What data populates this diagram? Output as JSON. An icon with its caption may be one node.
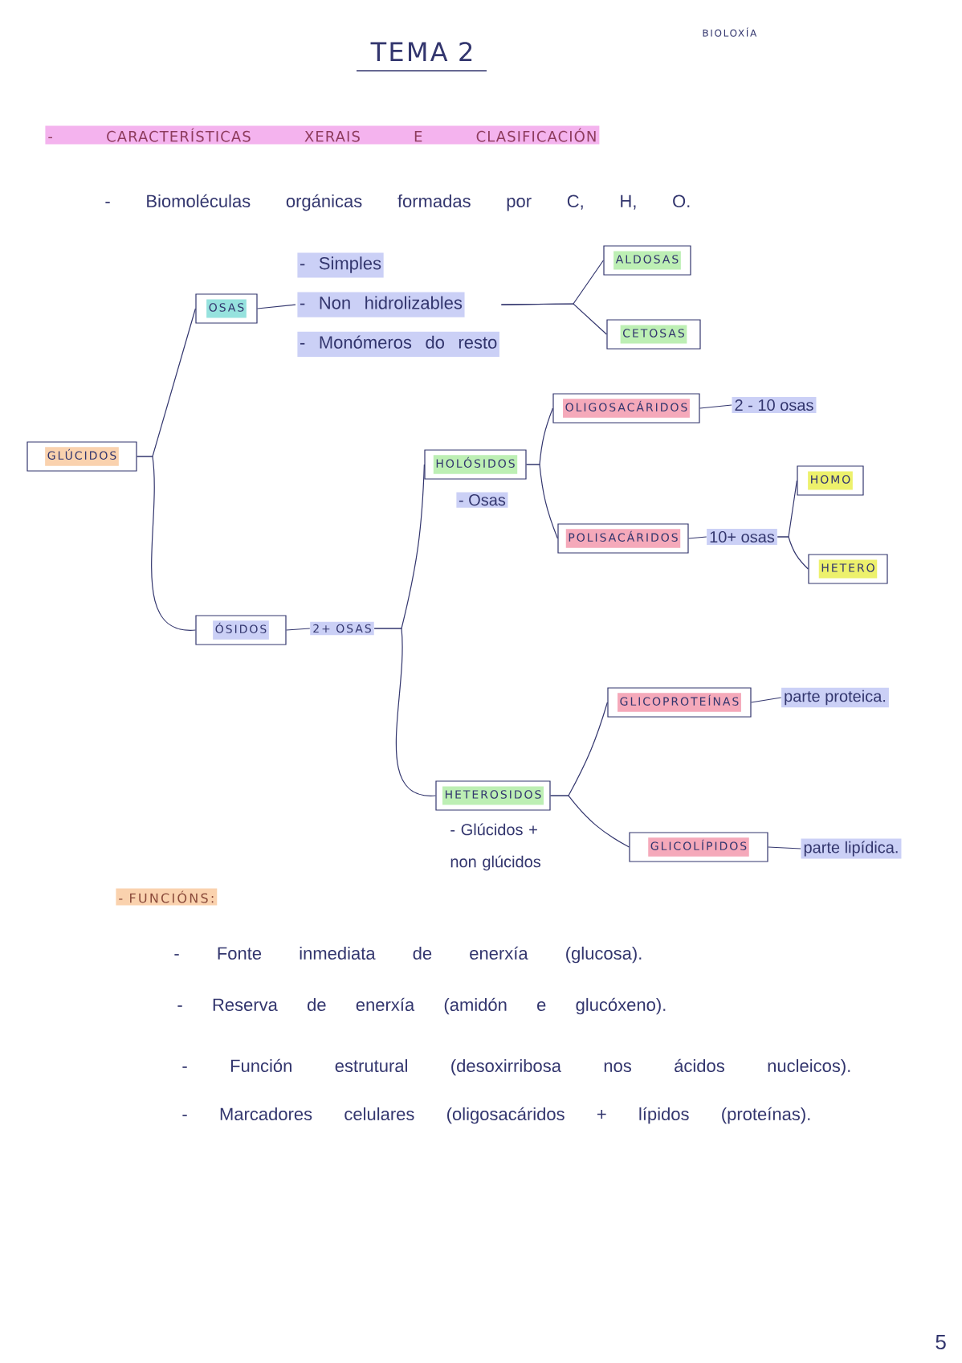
{
  "diagram": {
    "title": "TEMA 2",
    "nodes": [
      {
        "text": [
          "GLÚCIDOS"
        ]
      },
      {
        "text": [
          "OSAS"
        ]
      },
      {
        "text": [
          "- Simples",
          "- Non hidrolizables",
          "- Monómeros do resto"
        ]
      },
      {
        "text": [
          "ALDOSAS"
        ]
      },
      {
        "text": [
          "CETOSAS"
        ]
      },
      {
        "text": [
          "ÓSIDOS"
        ]
      },
      {
        "text": [
          "2+ OSAS"
        ]
      },
      {
        "text": [
          "HOLÓSIDOS"
        ],
        "beside": [
          "- Osas"
        ]
      },
      {
        "text": [
          "HETEROSIDOS"
        ],
        "beside": [
          "- Glúcidos + non glúcidos"
        ]
      },
      {
        "text": [
          "OLIGOSACÁRIDOS"
        ]
      },
      {
        "text": [
          "2 - 10 osas"
        ]
      },
      {
        "text": [
          "POLISACÁRIDOS"
        ]
      },
      {
        "text": [
          "10+ osas"
        ]
      },
      {
        "text": [
          "HOMO"
        ]
      },
      {
        "text": [
          "HETERO"
        ]
      },
      {
        "text": [
          "GLICOPROTEÍNAS"
        ]
      },
      {
        "text": [
          "parte proteica."
        ]
      },
      {
        "text": [
          "GLICOLÍPIDOS"
        ]
      },
      {
        "text": [
          "parte lipídica."
        ]
      }
    ],
    "edges": [
      {
        "from": 0,
        "to": 1,
        "arrow": "none"
      },
      {
        "from": 0,
        "to": 5,
        "arrow": "none"
      },
      {
        "from": 1,
        "to": 2,
        "arrow": "none"
      },
      {
        "from": 2,
        "to": 3,
        "arrow": "none"
      },
      {
        "from": 2,
        "to": 4,
        "arrow": "none"
      },
      {
        "from": 5,
        "to": 6,
        "arrow": "none"
      },
      {
        "from": 6,
        "to": 7,
        "arrow": "none"
      },
      {
        "from": 6,
        "to": 8,
        "arrow": "none"
      },
      {
        "from": 7,
        "to": 9,
        "arrow": "none"
      },
      {
        "from": 7,
        "to": 11,
        "arrow": "none"
      },
      {
        "from": 9,
        "to": 10,
        "arrow": "none"
      },
      {
        "from": 11,
        "to": 12,
        "arrow": "none"
      },
      {
        "from": 12,
        "to": 13,
        "arrow": "none"
      },
      {
        "from": 12,
        "to": 14,
        "arrow": "none"
      },
      {
        "from": 8,
        "to": 15,
        "arrow": "none"
      },
      {
        "from": 8,
        "to": 17,
        "arrow": "none"
      },
      {
        "from": 15,
        "to": 16,
        "arrow": "none"
      },
      {
        "from": 17,
        "to": 18,
        "arrow": "none"
      }
    ],
    "labels": [
      "BIOLOXÍA",
      "- CARACTERÍSTICAS XERAIS E CLASIFICACIÓN",
      "- Biomoléculas orgánicas formadas por C, H, O.",
      "- FUNCIÓNS:",
      "- Fonte inmediata de enerxía (glucosa).",
      "- Reserva de enerxía (amidón e glucóxeno).",
      "- Función estrutural (desoxirribosa nos ácidos nucleicos).",
      "- Marcadores celulares (oligosacáridos + lípidos (proteínas).",
      "5"
    ]
  }
}
